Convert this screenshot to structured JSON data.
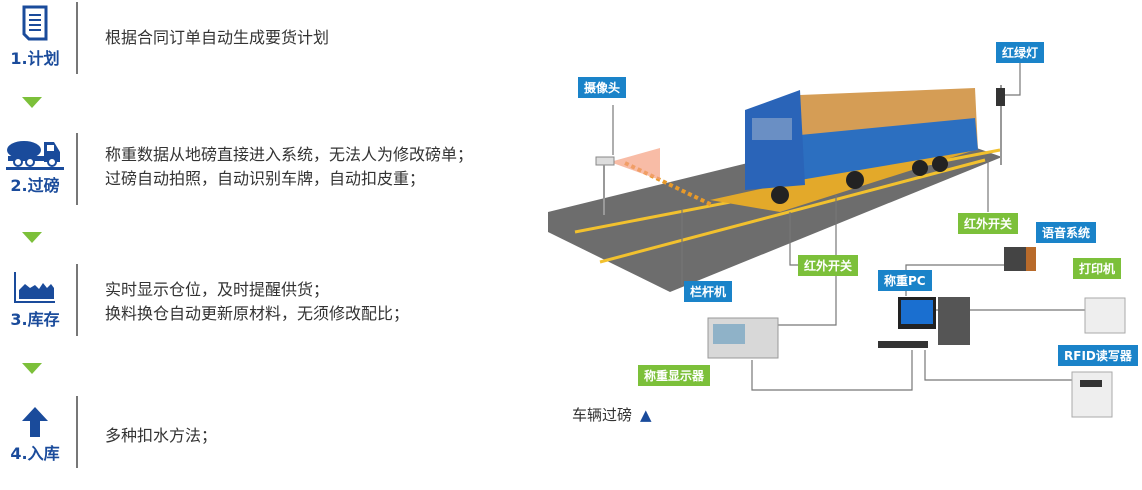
{
  "steps": [
    {
      "label": "1.计划",
      "icon": "document-icon",
      "lines": [
        "根据合同订单自动生成要货计划"
      ]
    },
    {
      "label": "2.过磅",
      "icon": "mixer-truck-icon",
      "lines": [
        "称重数据从地磅直接进入系统，无法人为修改磅单；",
        "过磅自动拍照，自动识别车牌，自动扣皮重；"
      ]
    },
    {
      "label": "3.库存",
      "icon": "area-chart-icon",
      "lines": [
        "实时显示仓位，及时提醒供货；",
        "换料换仓自动更新原材料，无须修改配比；"
      ]
    },
    {
      "label": "4.入库",
      "icon": "arrow-up-icon",
      "lines": [
        "多种扣水方法；"
      ]
    }
  ],
  "diagram": {
    "tags": {
      "camera": "摄像头",
      "traffic_light": "红绿灯",
      "ir_switch_1": "红外开关",
      "voice": "语音系统",
      "printer": "打印机",
      "pc": "称重PC",
      "rfid": "RFID读写器",
      "barrier": "栏杆机",
      "ir_switch_2": "红外开关",
      "display": "称重显示器"
    },
    "caption": "车辆过磅",
    "caption_icon": "▲"
  },
  "colors": {
    "step_blue": "#1a4b9b",
    "tag_blue": "#1a83c9",
    "tag_green": "#7cc03a"
  }
}
